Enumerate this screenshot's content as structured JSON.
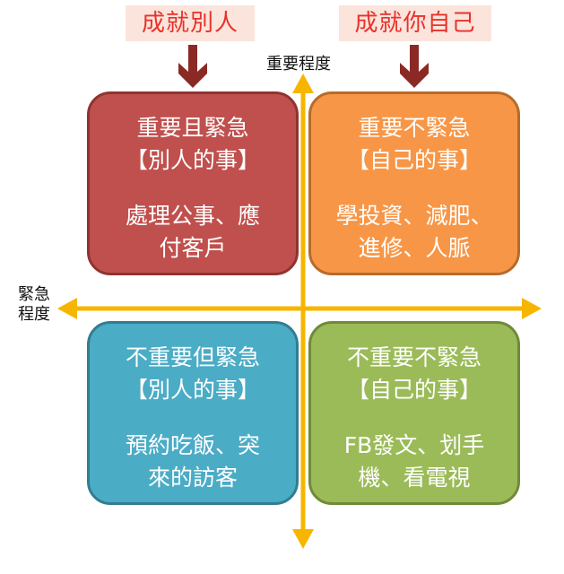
{
  "banners": {
    "left": "成就別人",
    "right": "成就你自己"
  },
  "axes": {
    "y_label": "重要程度",
    "x_label_line1": "緊急",
    "x_label_line2": "程度"
  },
  "quadrants": {
    "top_left": {
      "title": "重要且緊急",
      "subtitle": "【別人的事】",
      "item_line1": "處理公事、應",
      "item_line2": "付客戶",
      "color": "#c0504d"
    },
    "top_right": {
      "title": "重要不緊急",
      "subtitle": "【自己的事】",
      "item_line1": "學投資、減肥、",
      "item_line2": "進修、人脈",
      "color": "#f79646"
    },
    "bottom_left": {
      "title": "不重要但緊急",
      "subtitle": "【別人的事】",
      "item_line1": "預約吃飯、突",
      "item_line2": "來的訪客",
      "color": "#4bacc6"
    },
    "bottom_right": {
      "title": "不重要不緊急",
      "subtitle": "【自己的事】",
      "item_line1": "FB發文、划手",
      "item_line2": "機、看電視",
      "color": "#9bbb59"
    }
  },
  "colors": {
    "axis": "#f7b500",
    "down_arrow": "#8b2a25",
    "banner_text": "#e8322a",
    "banner_bg": "#fbe4dc"
  }
}
